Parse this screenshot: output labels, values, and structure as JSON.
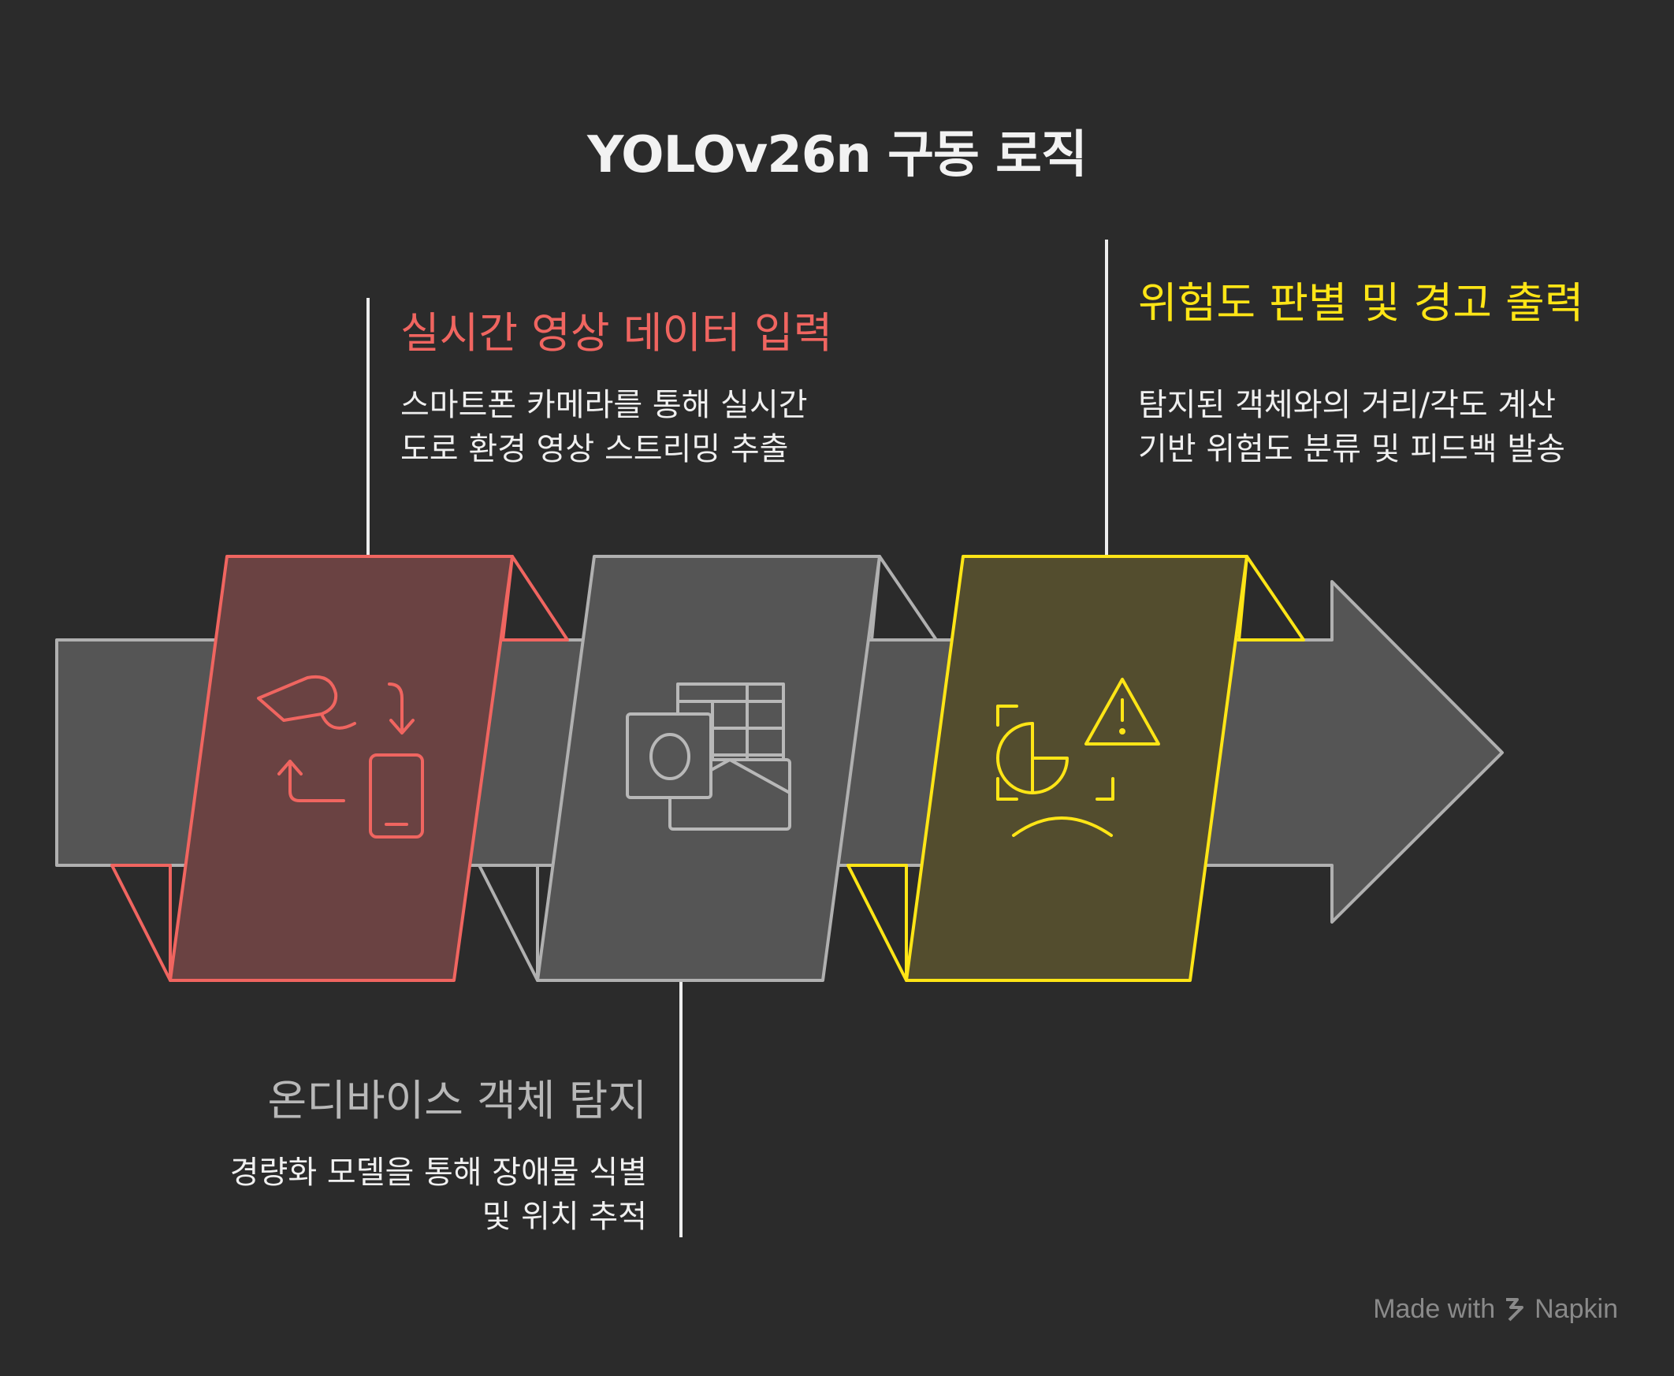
{
  "title": "YOLOv26n 구동 로직",
  "steps": [
    {
      "heading": "실시간 영상 데이터 입력",
      "desc_lines": [
        "스마트폰 카메라를 통해 실시간",
        "도로 환경 영상 스트리밍 추출"
      ],
      "color": "#f06560",
      "fill": "#6a4242",
      "icon": "camera-to-smartphone-icon"
    },
    {
      "heading": "온디바이스 객체 탐지",
      "desc_lines": [
        "경량화 모델을 통해 장애물 식별",
        "및 위치 추적"
      ],
      "color": "#b8b8b8",
      "fill": "#555555",
      "icon": "image-grid-icon"
    },
    {
      "heading": "위험도 판별 및 경고 출력",
      "desc_lines": [
        "탐지된 객체와의 거리/각도 계산",
        "기반 위험도 분류 및 피드백 발송"
      ],
      "color": "#ffe516",
      "fill": "#534d2e",
      "icon": "risk-warning-icon"
    }
  ],
  "arrow": {
    "fill": "#555555",
    "stroke": "#b0b0b0"
  },
  "watermark": {
    "prefix": "Made with",
    "brand": "Napkin"
  }
}
